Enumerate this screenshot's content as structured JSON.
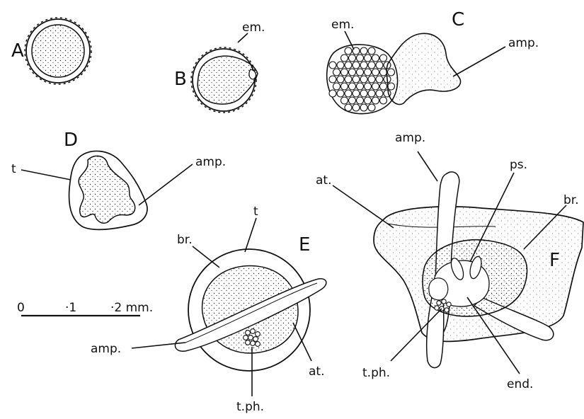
{
  "figures": {
    "a": {
      "letter": "A"
    },
    "b": {
      "letter": "B",
      "label_em": "em."
    },
    "c": {
      "letter": "C",
      "label_em": "em.",
      "label_amp": "amp."
    },
    "d": {
      "letter": "D",
      "label_t": "t",
      "label_amp": "amp."
    },
    "e": {
      "letter": "E",
      "label_br": "br.",
      "label_t": "t",
      "label_amp": "amp.",
      "label_at": "at.",
      "label_tph": "t.ph."
    },
    "f": {
      "letter": "F",
      "label_amp": "amp.",
      "label_ps": "ps.",
      "label_at": "at.",
      "label_br": "br.",
      "label_tph": "t.ph.",
      "label_end": "end."
    }
  },
  "scale_bar": {
    "tick_0": "0",
    "tick_1": "·1",
    "tick_2": "·2 mm."
  }
}
